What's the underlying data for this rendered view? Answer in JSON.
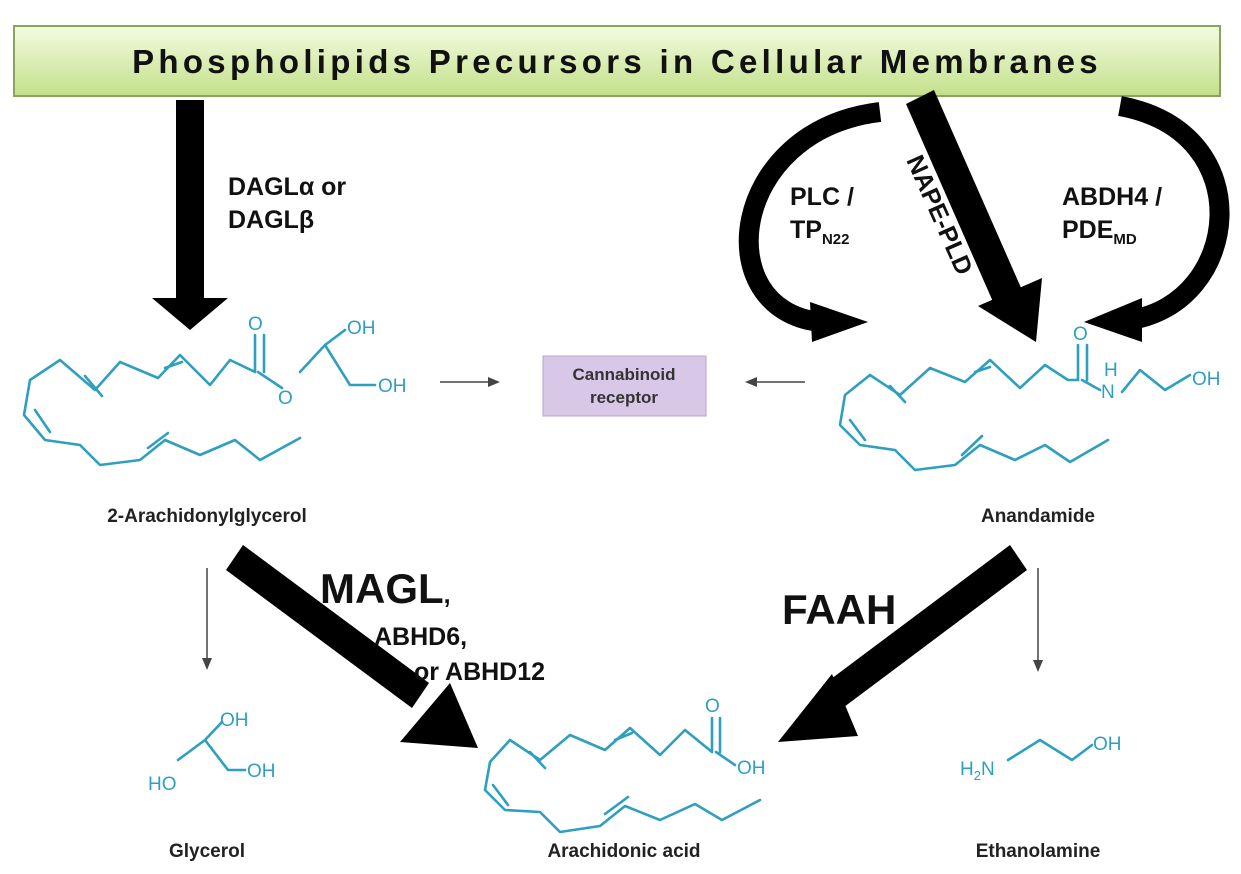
{
  "banner": {
    "title": "Phospholipids Precursors in Cellular Membranes"
  },
  "enzymes": {
    "dagl_line1": "DAGLα or",
    "dagl_line2": "DAGLβ",
    "plc_line1": "PLC /",
    "plc_line2_main": "TP",
    "plc_line2_sub": "N22",
    "nape": "NAPE-PLD",
    "abdh_line1": "ABDH4 /",
    "abdh_line2_main": "PDE",
    "abdh_line2_sub": "MD",
    "magl_main": "MAGL",
    "magl_comma": ",",
    "abhd6": "ABHD6,",
    "abhd12": "or ABHD12",
    "faah": "FAAH"
  },
  "receptor": {
    "line1": "Cannabinoid",
    "line2": "receptor"
  },
  "compounds": {
    "ag2": {
      "name": "2-Arachidonylglycerol",
      "carbonyl_o": "O",
      "ester_o": "O",
      "oh_top": "OH",
      "oh_bottom": "OH"
    },
    "anandamide": {
      "name": "Anandamide",
      "carbonyl_o": "O",
      "nh_h": "H",
      "nh_n": "N",
      "oh": "OH"
    },
    "glycerol": {
      "name": "Glycerol",
      "oh_top": "OH",
      "ho_left": "HO",
      "oh_right": "OH"
    },
    "arachidonic": {
      "name": "Arachidonic acid",
      "carbonyl_o": "O",
      "oh": "OH"
    },
    "ethanolamine": {
      "name": "Ethanolamine",
      "h2n_h": "H",
      "h2n_sub": "2",
      "h2n_n": "N",
      "oh": "OH"
    }
  },
  "colors": {
    "molecule": "#2e9fbf",
    "arrow": "#000000",
    "receptor_box": "#d8c7e6",
    "banner_top": "#f4fbe2",
    "banner_bottom": "#c3e08a"
  }
}
